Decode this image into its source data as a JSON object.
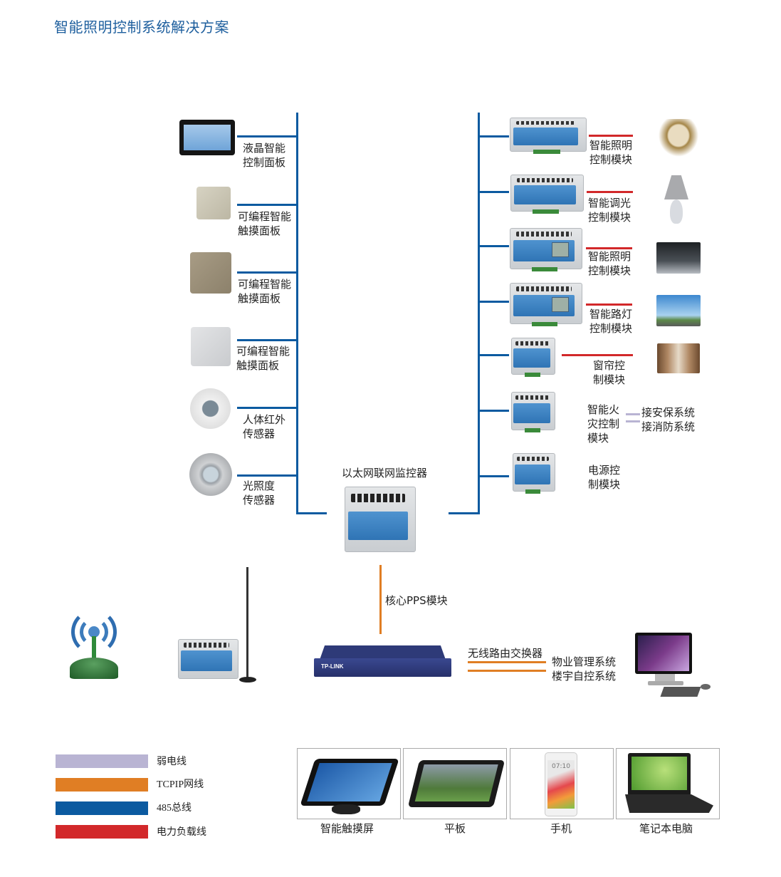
{
  "title": "智能照明控制系统解决方案",
  "left_devices": [
    {
      "label_line1": "液晶智能",
      "label_line2": "控制面板",
      "icon": "lcd-panel-icon"
    },
    {
      "label_line1": "可编程智能",
      "label_line2": "触摸面板",
      "icon": "touch-panel-icon"
    },
    {
      "label_line1": "可编程智能",
      "label_line2": "触摸面板",
      "icon": "touch-panel-icon"
    },
    {
      "label_line1": "可编程智能",
      "label_line2": "触摸面板",
      "icon": "touch-panel-icon"
    },
    {
      "label_line1": "人体红外",
      "label_line2": "传感器",
      "icon": "pir-sensor-icon"
    },
    {
      "label_line1": "光照度",
      "label_line2": "传感器",
      "icon": "light-sensor-icon"
    }
  ],
  "center_controller": {
    "label": "以太网联网监控器"
  },
  "core_link": {
    "label": "核心PPS模块"
  },
  "right_modules": [
    {
      "label_line1": "智能照明",
      "label_line2": "控制模块",
      "load": "chandelier"
    },
    {
      "label_line1": "智能调光",
      "label_line2": "控制模块",
      "load": "table-lamp"
    },
    {
      "label_line1": "智能照明",
      "label_line2": "控制模块",
      "load": "hall-lighting"
    },
    {
      "label_line1": "智能路灯",
      "label_line2": "控制模块",
      "load": "street-lights"
    },
    {
      "label_line1": "窗帘控",
      "label_line2": "制模块",
      "load": "curtain"
    },
    {
      "label_line1": "智能火",
      "label_line2": "灾控制",
      "label_line3": "模块"
    },
    {
      "label_line1": "电源控",
      "label_line2": "制模块"
    }
  ],
  "fire_links": [
    "接安保系统",
    "接消防系统"
  ],
  "router": {
    "label": "无线路由交换器",
    "brand": "TP-LINK"
  },
  "systems": [
    "物业管理系统",
    "楼宇自控系统"
  ],
  "legend": [
    {
      "label": "弱电线",
      "color": "#b9b4d3"
    },
    {
      "label": "TCPIP网线",
      "color": "#e07e24"
    },
    {
      "label": "485总线",
      "color": "#0b5aa0"
    },
    {
      "label": "电力负载线",
      "color": "#d2282a"
    }
  ],
  "terminals": [
    {
      "label": "智能触摸屏"
    },
    {
      "label": "平板"
    },
    {
      "label": "手机",
      "screen_time": "07:10"
    },
    {
      "label": "笔记本电脑"
    }
  ]
}
